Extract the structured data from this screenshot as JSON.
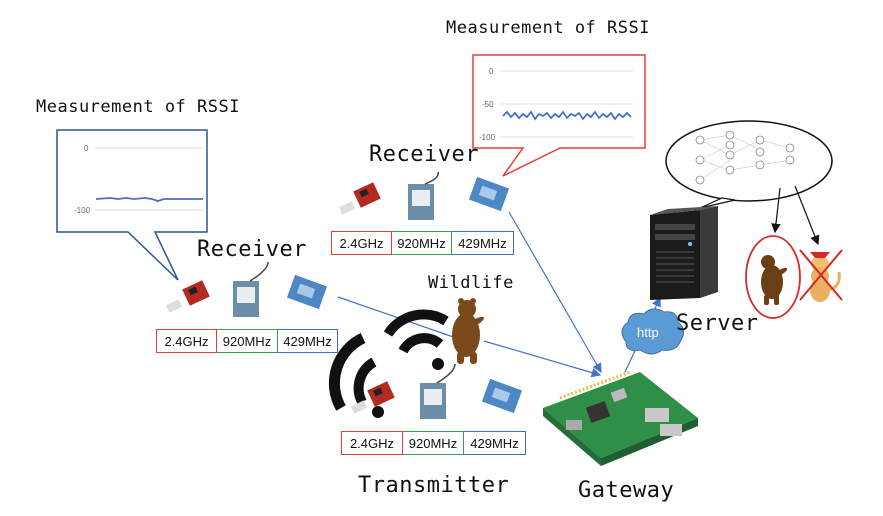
{
  "labels": {
    "rssi_left": "Measurement of RSSI",
    "rssi_top": "Measurement of RSSI",
    "receiver_left": "Receiver",
    "receiver_top": "Receiver",
    "wildlife": "Wildlife",
    "transmitter": "Transmitter",
    "server": "Server",
    "gateway": "Gateway",
    "http": "http"
  },
  "bands": {
    "receiver_top": [
      "2.4GHz",
      "920MHz",
      "429MHz"
    ],
    "receiver_left": [
      "2.4GHz",
      "920MHz",
      "429MHz"
    ],
    "transmitter": [
      "2.4GHz",
      "920MHz",
      "429MHz"
    ]
  },
  "rssi_charts": {
    "left": {
      "ticks": [
        "0",
        "-100"
      ],
      "approx_level": -82
    },
    "top": {
      "ticks": [
        "0",
        "-50",
        "-100"
      ],
      "approx_level": -72
    }
  },
  "colors": {
    "band_24": "#e0403a",
    "band_920": "#34a055",
    "band_429": "#3f6fc4",
    "arrow": "#4472c4",
    "cloud": "#5b9bd5",
    "callout_top": "#e0403a",
    "callout_left": "#2f5597"
  }
}
